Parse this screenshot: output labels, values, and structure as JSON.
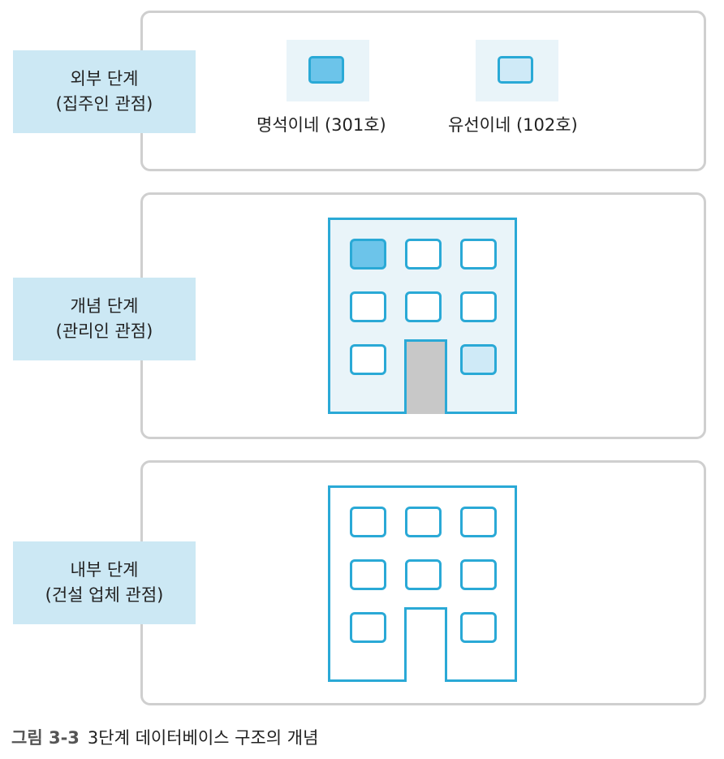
{
  "levels": {
    "external": {
      "line1": "외부 단계",
      "line2": "(집주인 관점)"
    },
    "conceptual": {
      "line1": "개념 단계",
      "line2": "(관리인 관점)"
    },
    "internal": {
      "line1": "내부 단계",
      "line2": "(건설 업체 관점)"
    }
  },
  "units": [
    {
      "caption": "명석이네 (301호)"
    },
    {
      "caption": "유선이네 (102호)"
    }
  ],
  "caption": {
    "figure_number": "그림 3-3",
    "title": "3단계 데이터베이스 구조의 개념"
  },
  "colors": {
    "outline": "#2aa9d6",
    "highlight_dark": "#6cc4ea",
    "highlight_light": "#cfeaf7",
    "door_gray": "#c8c8c8",
    "label_bg": "#cce8f4",
    "building_bg": "#e9f4f9"
  }
}
